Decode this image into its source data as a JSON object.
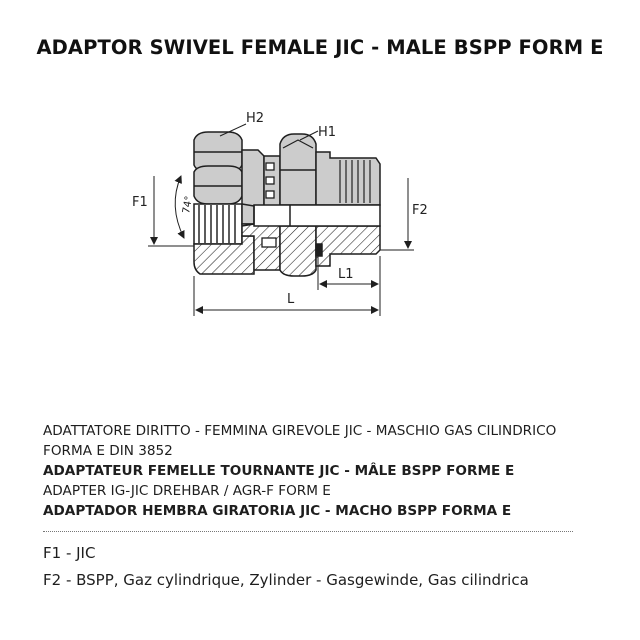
{
  "title": "ADAPTOR SWIVEL FEMALE JIC - MALE BSPP FORM E",
  "diagram": {
    "labels": {
      "h2": "H2",
      "h1": "H1",
      "f1": "F1",
      "f2": "F2",
      "angle": "74°",
      "l1": "L1",
      "l": "L"
    },
    "colors": {
      "line": "#1f1f1f",
      "body_fill": "#ffffff",
      "section_fill": "#cccccc",
      "hatch": "#222222"
    }
  },
  "description": {
    "line1": "ADATTATORE DIRITTO - FEMMINA GIREVOLE JIC - MASCHIO GAS CILINDRICO",
    "line2": "FORMA E DIN 3852",
    "line3": "ADAPTATEUR FEMELLE TOURNANTE JIC - MÂLE BSPP  FORME E",
    "line4": "ADAPTER IG-JIC DREHBAR / AGR-F FORM E",
    "line5": "ADAPTADOR HEMBRA GIRATORIA JIC - MACHO BSPP FORMA E"
  },
  "specs": {
    "f1": "F1 - JIC",
    "f2": "F2 - BSPP,  Gaz cylindrique, Zylinder -  Gasgewinde, Gas cilindrica"
  }
}
